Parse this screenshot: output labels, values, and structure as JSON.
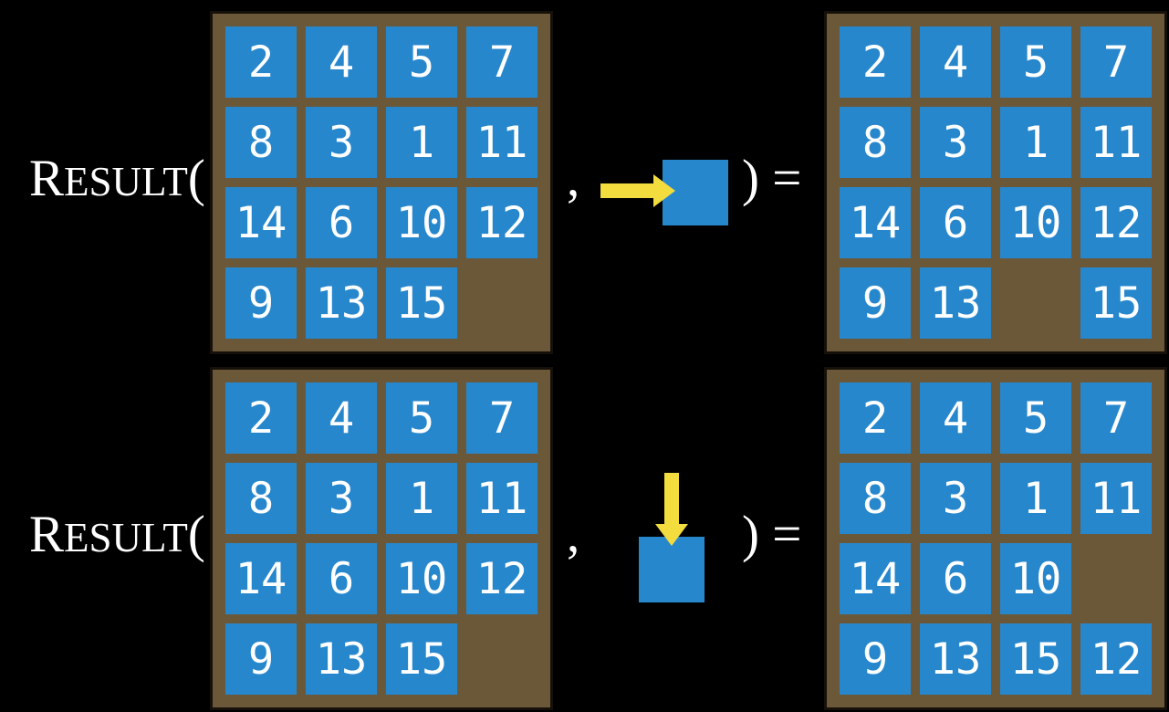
{
  "colors": {
    "background": "#000000",
    "tile_blue": "#2787CD",
    "board_brown": "#6B5838",
    "board_border": "#16100A",
    "arrow_yellow": "#F2DC3E",
    "text_white": "#FFFFFF"
  },
  "figure": {
    "function_name_cap": "R",
    "function_name_rest": "ESULT",
    "open_paren": "(",
    "comma": ",",
    "close_paren_equals": ") ="
  },
  "rows": [
    {
      "move_direction": "right",
      "move_icon": "right-arrow-into-blank-tile",
      "input_grid": [
        [
          2,
          4,
          5,
          7
        ],
        [
          8,
          3,
          1,
          11
        ],
        [
          14,
          6,
          10,
          12
        ],
        [
          9,
          13,
          15,
          null
        ]
      ],
      "output_grid": [
        [
          2,
          4,
          5,
          7
        ],
        [
          8,
          3,
          1,
          11
        ],
        [
          14,
          6,
          10,
          12
        ],
        [
          9,
          13,
          null,
          15
        ]
      ]
    },
    {
      "move_direction": "down",
      "move_icon": "down-arrow-into-blank-tile",
      "input_grid": [
        [
          2,
          4,
          5,
          7
        ],
        [
          8,
          3,
          1,
          11
        ],
        [
          14,
          6,
          10,
          12
        ],
        [
          9,
          13,
          15,
          null
        ]
      ],
      "output_grid": [
        [
          2,
          4,
          5,
          7
        ],
        [
          8,
          3,
          1,
          11
        ],
        [
          14,
          6,
          10,
          null
        ],
        [
          9,
          13,
          15,
          12
        ]
      ]
    }
  ]
}
